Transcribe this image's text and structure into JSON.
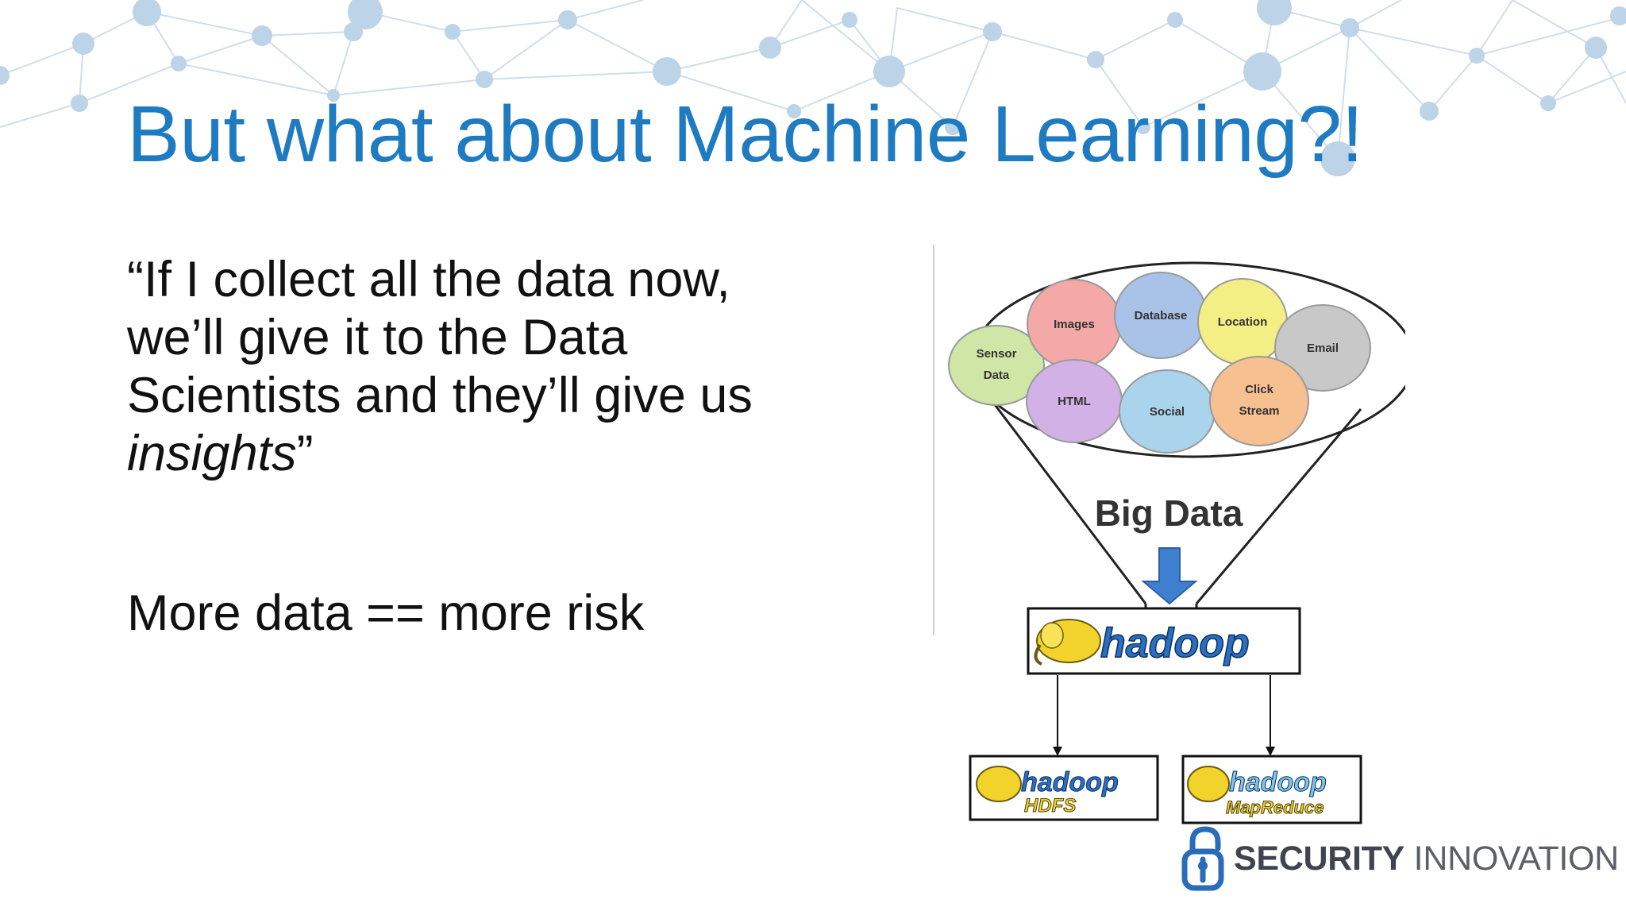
{
  "slide": {
    "title": "But what about Machine Learning?!",
    "quote_open": "“If I collect all the data now, we’ll give it to the Data Scientists and they’ll give us ",
    "quote_emph": "insights",
    "quote_close": "”",
    "risk": "More data == more risk"
  },
  "diagram": {
    "bubbles": [
      {
        "label": "Sensor Data",
        "color": "#cfe6a6"
      },
      {
        "label": "Images",
        "color": "#f4a8a8"
      },
      {
        "label": "Database",
        "color": "#a9c2e8"
      },
      {
        "label": "Location",
        "color": "#f3ef84"
      },
      {
        "label": "Email",
        "color": "#c8c8c8"
      },
      {
        "label": "HTML",
        "color": "#d2b2e6"
      },
      {
        "label": "Social",
        "color": "#a9d4ec"
      },
      {
        "label": "Click Stream",
        "color": "#f6c091"
      }
    ],
    "big_data_label": "Big Data",
    "hadoop_label": "hadoop",
    "hdfs_label": "HDFS",
    "mapreduce_label": "MapReduce"
  },
  "logo": {
    "strong": "SECURITY",
    "light": "INNOVATION"
  },
  "colors": {
    "title": "#1f7bc1",
    "network": "#bcd3e8",
    "arrow": "#3f7fcf",
    "hadoop_text": "#2a6fc0",
    "elephant": "#f2d32b"
  }
}
